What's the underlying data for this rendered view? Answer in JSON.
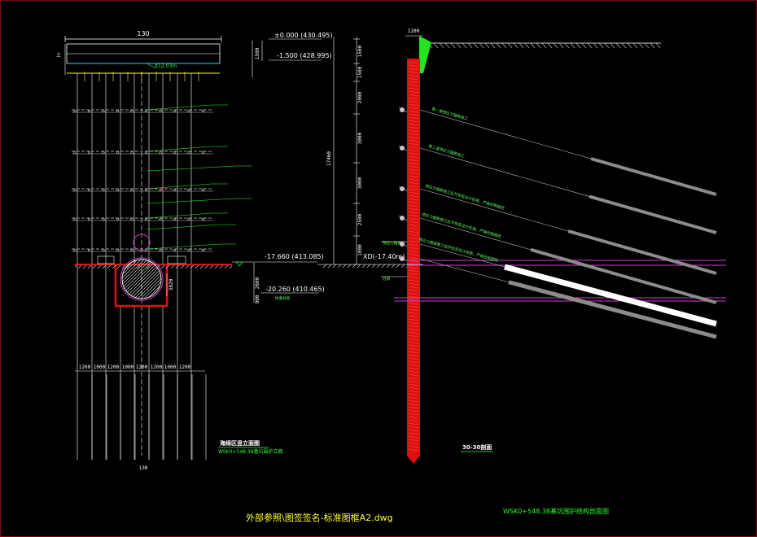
{
  "plan_view": {
    "top_dim": "130",
    "bottom_dim": "130",
    "rebar_label": "X12.03m",
    "bottom_spacing": [
      "1200",
      "1000",
      "1200",
      "1000",
      "1200",
      "1200",
      "1000",
      "1200"
    ],
    "left_side_label": "土",
    "right_side_label": "",
    "left_dims": [
      "1500"
    ],
    "depth_dim": "3820",
    "title": "海绵区竖立面图",
    "subtitle": "WSK0+548.38基坑围护立面"
  },
  "levels": {
    "top": "±0.000 (430.495)",
    "cap": "-1.500 (428.995)",
    "excavation": "-17.660 (413.085)",
    "bottom": "-20.260 (410.465)",
    "bottom_note": "坑底标高",
    "cap_dim": "1500",
    "lower_dim_a": "2600",
    "lower_dim_b": "900"
  },
  "section": {
    "top_dim": "1200",
    "left_dims": [
      "1500",
      "1500",
      "2000",
      "3000",
      "3000",
      "2500",
      "1000"
    ],
    "total_dim": "17460",
    "excavation_level": "XD(-17.40m)",
    "title": "30-30剖面",
    "wall_labels": [
      "预应力锚索",
      "冠梁"
    ],
    "anchor_labels": [
      "第一道预应力锚索施工",
      "第二道预应力锚索施工",
      "预应力锚索施工后开挖至设计标高，严格控制超挖",
      "预应力锚索施工后开挖至设计标高，严格控制超挖",
      "预应力锚索施工后开挖至设计标高，严格控制超挖"
    ]
  },
  "footer": {
    "xref": "外部参照\\图签签名-标准图框A2.dwg",
    "drawing_name": "WSK0+548.38基坑围护结构剖面图"
  },
  "colors": {
    "background": "#000000",
    "frame": "#7a0c0c",
    "wall": "#e01010",
    "anchor": "#8c8c8c",
    "dimension": "#ffffff",
    "annotation": "#28ff28",
    "ground": "#c8c8c8",
    "magenta": "#d23cd2",
    "cap": "#22e622"
  }
}
